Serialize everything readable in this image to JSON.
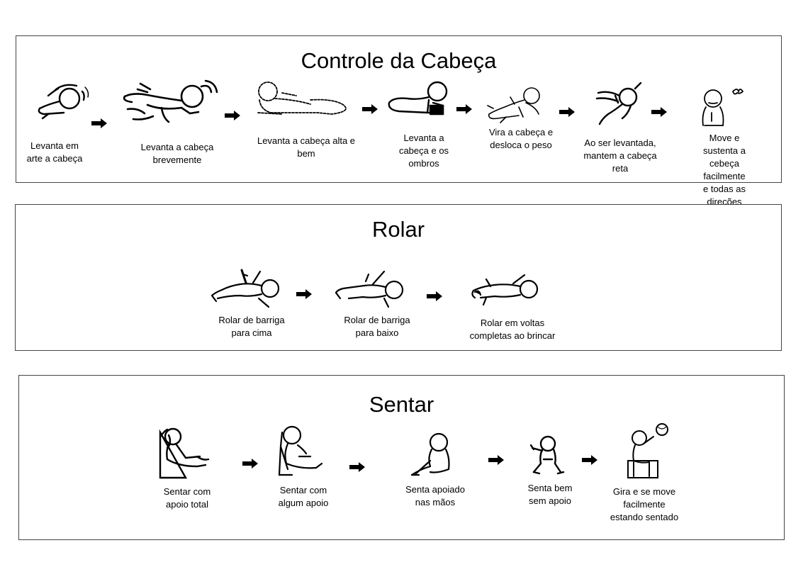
{
  "sections": {
    "head": {
      "title": "Controle da Cabeça",
      "stages": [
        {
          "caption": "Levanta em\narte a cabeça",
          "icon": "prone-lift-head-icon"
        },
        {
          "caption": "Levanta a cabeça\nbrevemente",
          "icon": "prone-brief-head-lift-icon"
        },
        {
          "caption": "Levanta a cabeça alta e\nbem",
          "icon": "prone-head-high-icon"
        },
        {
          "caption": "Levanta a\ncabeça e os\nombros",
          "icon": "prone-head-shoulders-icon"
        },
        {
          "caption": "Vira a cabeça e\ndesloca o peso",
          "icon": "turn-head-shift-weight-icon"
        },
        {
          "caption": "Ao ser levantada,\nmantem a cabeça\nreta",
          "icon": "lifted-head-straight-icon"
        },
        {
          "caption": "Move e sustenta a\ncebeça facilmente\ne todas as direções",
          "icon": "head-free-movement-icon"
        }
      ]
    },
    "roll": {
      "title": "Rolar",
      "stages": [
        {
          "caption": "Rolar de barriga\npara cima",
          "icon": "roll-to-back-icon"
        },
        {
          "caption": "Rolar de barriga\npara baixo",
          "icon": "roll-to-belly-icon"
        },
        {
          "caption": "Rolar em voltas\ncompletas ao brincar",
          "icon": "roll-full-turns-icon"
        }
      ]
    },
    "sit": {
      "title": "Sentar",
      "stages": [
        {
          "caption": "Sentar com\napoio total",
          "icon": "sit-full-support-icon"
        },
        {
          "caption": "Sentar com\nalgum apoio",
          "icon": "sit-some-support-icon"
        },
        {
          "caption": "Senta apoiado\nnas mãos",
          "icon": "sit-hands-support-icon"
        },
        {
          "caption": "Senta bem\nsem apoio",
          "icon": "sit-no-support-icon"
        },
        {
          "caption": "Gira e se move\nfacilmente\nestando sentado",
          "icon": "sit-turn-move-icon"
        }
      ]
    }
  }
}
